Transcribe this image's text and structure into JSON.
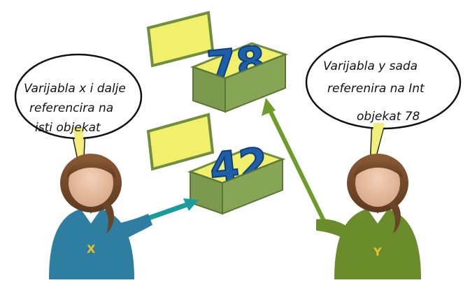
{
  "bubble_x": {
    "lines": [
      "Varijabla x i dalje",
      "referencira na",
      "isti objekat"
    ]
  },
  "bubble_y": {
    "lines": [
      "Varijabla y sada",
      "referenira na Int",
      "objekat 78"
    ]
  },
  "box_top": {
    "number": "78"
  },
  "box_bottom": {
    "number": "42"
  },
  "person_x": {
    "label": "X",
    "shirt_color": "#2d7ea0",
    "label_color": "#e8c22a"
  },
  "person_y": {
    "label": "Y",
    "shirt_color": "#6b8c2a",
    "label_color": "#e8c22a"
  },
  "colors": {
    "box_green": "#7c9a4e",
    "box_yellow": "#f2ef6c",
    "arrow_teal": "#1a9b9c",
    "arrow_green": "#6e9c2a"
  }
}
